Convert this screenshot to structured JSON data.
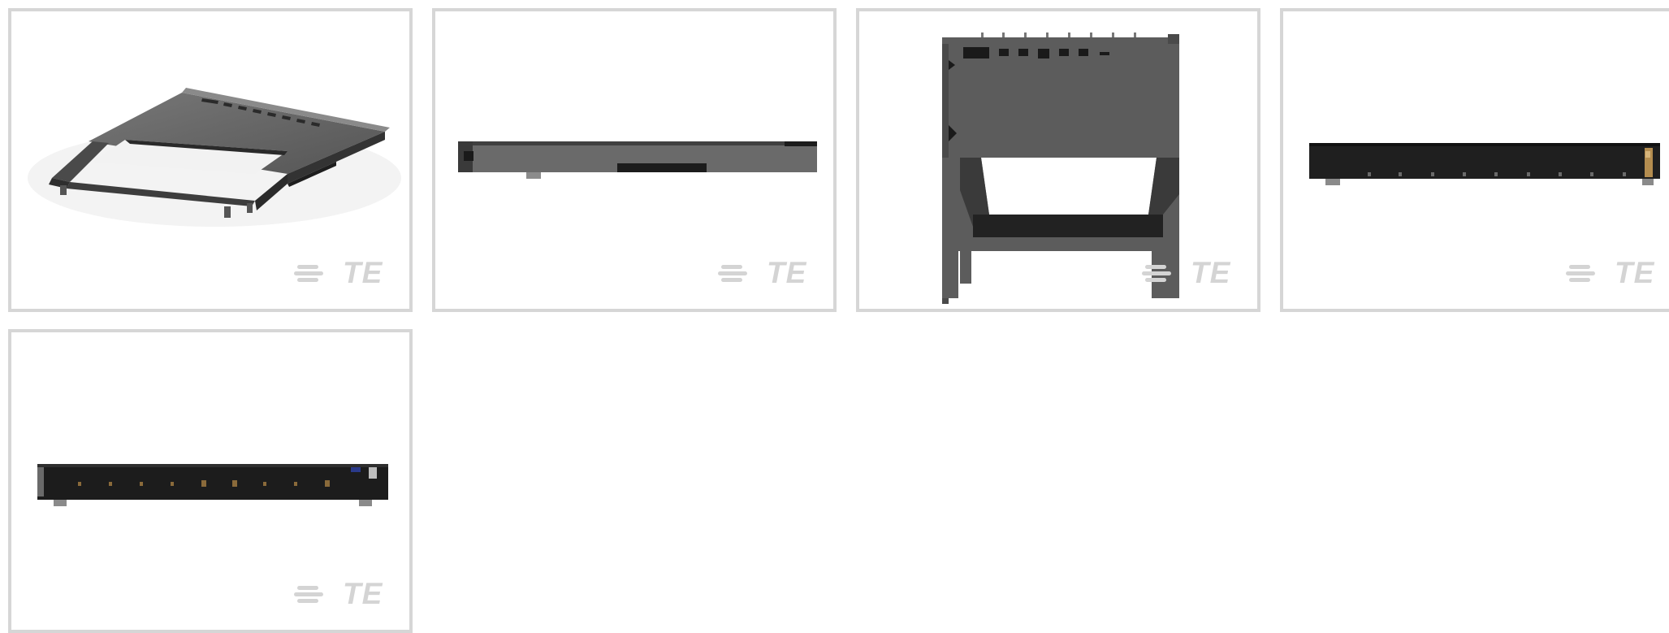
{
  "gallery": {
    "images": [
      {
        "view": "isometric",
        "brand_logo": "TE"
      },
      {
        "view": "side",
        "brand_logo": "TE"
      },
      {
        "view": "top",
        "brand_logo": "TE"
      },
      {
        "view": "rear",
        "brand_logo": "TE"
      },
      {
        "view": "front",
        "brand_logo": "TE"
      }
    ]
  },
  "colors": {
    "border": "#d6d6d6",
    "metal_dark": "#3d3d3d",
    "metal_mid": "#5e5e5e",
    "metal_light": "#7a7a7a",
    "plastic": "#1f1f1f",
    "logo": "#d4d4d4"
  },
  "icons": [
    "te-logo-icon"
  ]
}
